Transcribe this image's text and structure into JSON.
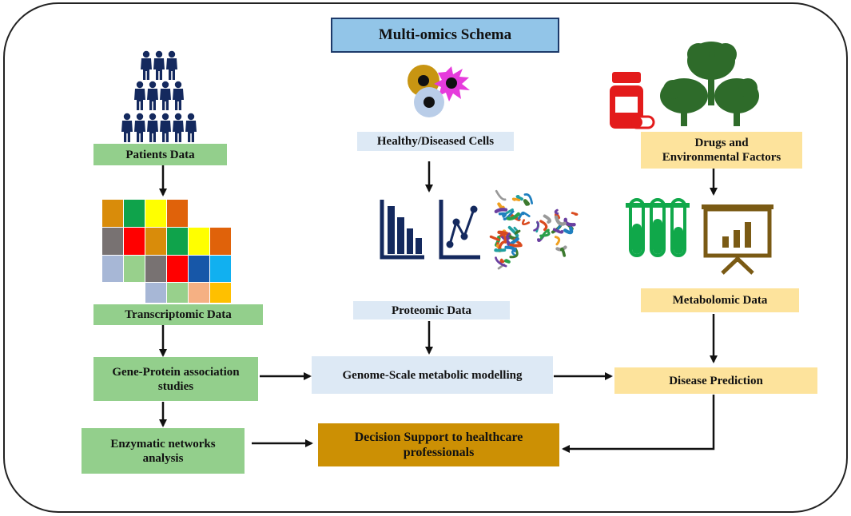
{
  "title": "Multi-omics Schema",
  "columns": {
    "patients": {
      "label": "Patients Data"
    },
    "cells": {
      "label": "Healthy/Diseased Cells"
    },
    "drugs": {
      "label": "Drugs and\nEnvironmental Factors"
    }
  },
  "data_types": {
    "transcriptomic": "Transcriptomic  Data",
    "proteomic": "Proteomic Data",
    "metabolomic": "Metabolomic Data"
  },
  "steps": {
    "gene_protein": "Gene-Protein association\nstudies",
    "genome_scale": "Genome-Scale metabolic modelling",
    "disease_prediction": "Disease Prediction",
    "enzymatic": "Enzymatic networks\nanalysis",
    "decision_support": "Decision Support to healthcare\nprofessionals"
  },
  "colors": {
    "green_box": "#93cf8c",
    "lightblue_box": "#dde9f5",
    "yellow_box": "#fde39c",
    "gold_box": "#cc9004",
    "title_box": "#92c5e8",
    "navy_icon": "#14295e",
    "tree_green": "#2e6b2a",
    "drug_red": "#e31b1b",
    "tube_green": "#10a84a",
    "easel_brown": "#7a5a14"
  },
  "heatmap_colors": [
    [
      "#d98c0a",
      "#0fa34b",
      "#ffff00",
      "#e0620a"
    ],
    [
      "#787272",
      "#ff0000",
      "#d98c0a",
      "#0fa34b",
      "#ffff00",
      "#e0620a"
    ],
    [
      "#a7b7d6",
      "#98d08c",
      "#787272",
      "#ff0000",
      "#1757a8",
      "#11b0f0"
    ],
    [
      "#a7b7d6",
      "#98d08c",
      "#f5b083",
      "#ffc000"
    ]
  ],
  "icons": [
    "people-pyramid-icon",
    "cells-icon",
    "bar-chart-icon",
    "line-chart-icon",
    "protein-structure-icon",
    "medicine-bottle-icon",
    "trees-icon",
    "test-tubes-icon",
    "presentation-board-icon"
  ]
}
